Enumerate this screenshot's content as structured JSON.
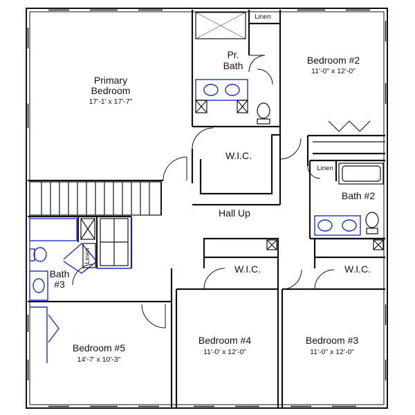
{
  "plan": {
    "rooms": {
      "primary_bedroom": {
        "name_line1": "Primary",
        "name_line2": "Bedroom",
        "dims": "17'-1' x 17'-7\""
      },
      "pr_bath": {
        "name_line1": "Pr.",
        "name_line2": "Bath"
      },
      "linen_top": {
        "name": "Linen"
      },
      "bedroom2": {
        "name": "Bedroom #2",
        "dims": "11'-0\" x 12'-0\""
      },
      "wic_primary": {
        "name": "W.I.C."
      },
      "linen_bath2": {
        "name": "Linen"
      },
      "bath2": {
        "name": "Bath #2"
      },
      "hall": {
        "name": "Hall Up"
      },
      "linen_bath3": {
        "name": "Linen"
      },
      "bath3": {
        "name_line1": "Bath",
        "name_line2": "#3"
      },
      "wic_bed4": {
        "name": "W.I.C."
      },
      "wic_bed3": {
        "name": "W.I.C."
      },
      "bedroom5": {
        "name": "Bedroom #5",
        "dims": "14'-7' x 10'-3\""
      },
      "bedroom4": {
        "name": "Bedroom #4",
        "dims": "11'-0' x 12'-0\""
      },
      "bedroom3": {
        "name": "Bedroom #3",
        "dims": "11'-0\" x 12'-0\""
      }
    },
    "colors": {
      "wall": "#111111",
      "fixture_accent": "#1a2fd1",
      "background": "#ffffff"
    }
  }
}
